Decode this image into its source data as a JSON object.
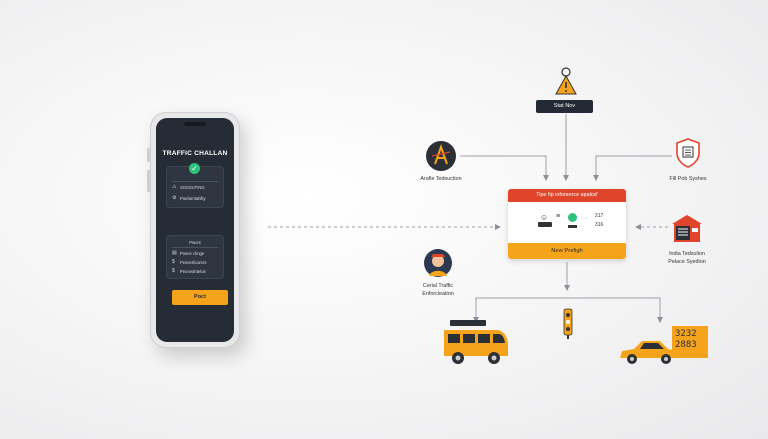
{
  "phone": {
    "app_title": "TRAFFIC CHALLAN",
    "card1_rows": [
      "SOSSUTING",
      "Poefarntahllty"
    ],
    "card2_heading": "Pwcnt",
    "card2_rows": [
      "Poses chnge",
      "Peseerlicarcrs",
      "Peonedntelos"
    ],
    "pay_button": "Poct"
  },
  "diagram": {
    "start_label": "Stat Nov",
    "left_node_label": "Arafle Tedsuction",
    "right_node_label": "Fill Pob Syshes",
    "central_title": "Tipe fip inforeerce apalod'",
    "central_values": [
      "217",
      "316"
    ],
    "central_footer": "New Prefigh",
    "person_label_line1": "Cerial Traffic",
    "person_label_line2": "Enforcleation",
    "police_label_line1": "India Tedsulion",
    "police_label_line2": "Pelace Syedion",
    "truck_digits_1": "3232",
    "truck_digits_2": "2883"
  },
  "colors": {
    "accent_orange": "#f6a31c",
    "accent_red": "#e0452c",
    "dark_navy": "#232a36",
    "success_green": "#2ec27e"
  }
}
